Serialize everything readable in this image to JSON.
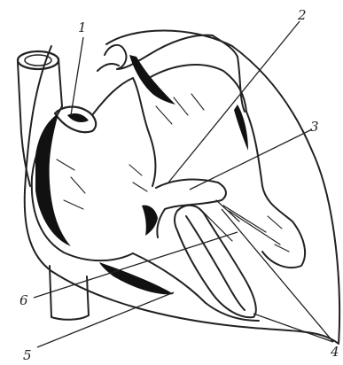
{
  "figure": {
    "labels": [
      {
        "id": "label-1",
        "text": "1"
      },
      {
        "id": "label-2",
        "text": "2"
      },
      {
        "id": "label-3",
        "text": "3"
      },
      {
        "id": "label-4",
        "text": "4"
      },
      {
        "id": "label-5",
        "text": "5"
      },
      {
        "id": "label-6",
        "text": "6"
      }
    ]
  },
  "colors": {
    "ink": "#222222",
    "shade": "#111111",
    "fill": "#ffffff"
  }
}
